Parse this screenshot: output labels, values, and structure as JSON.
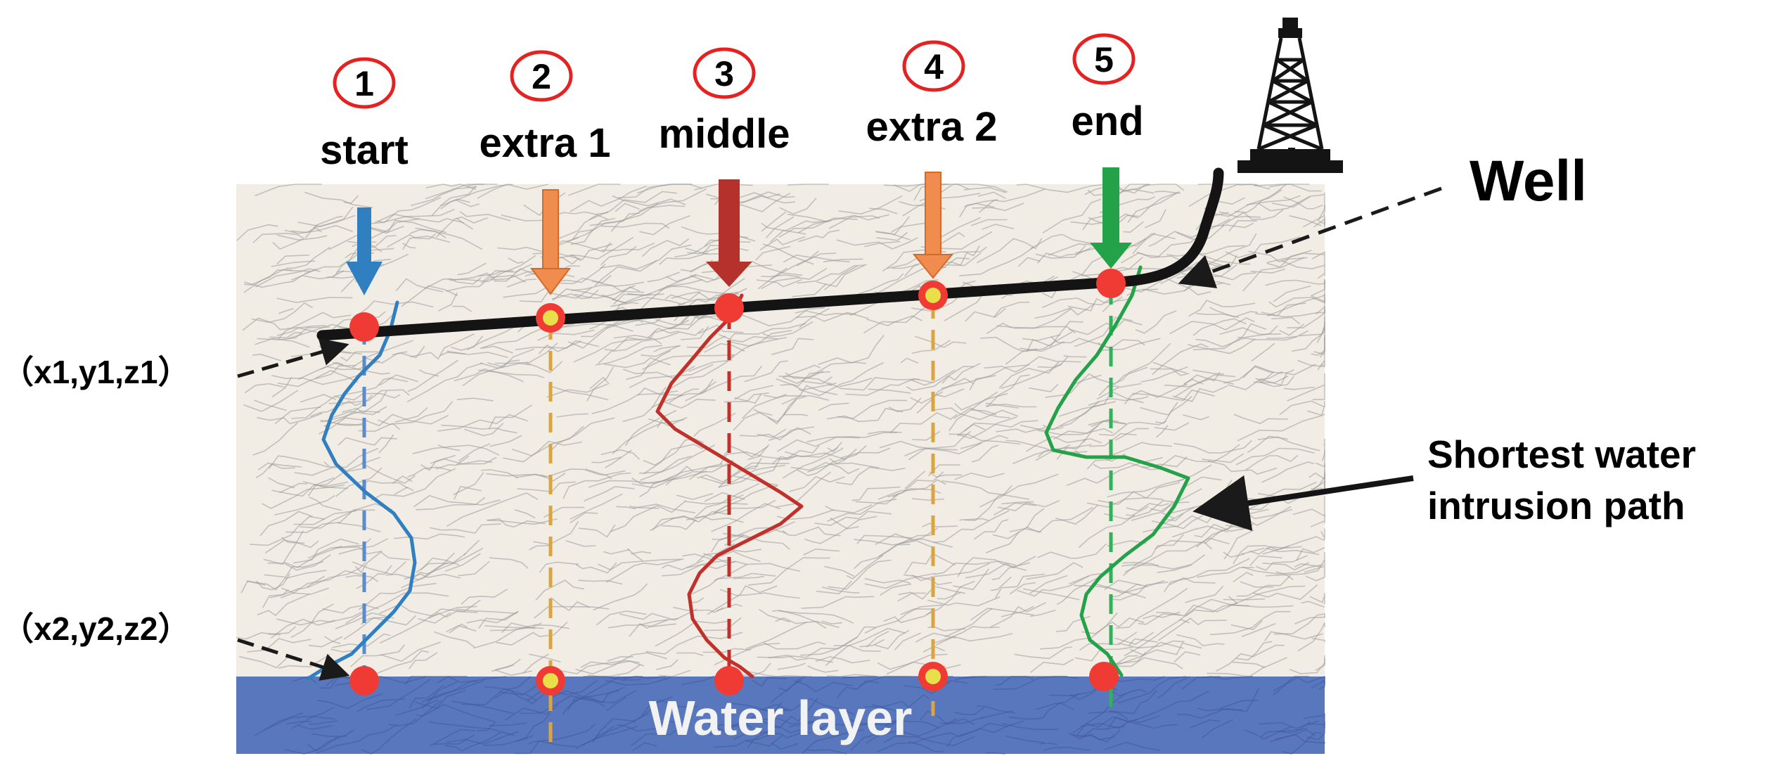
{
  "colors": {
    "rock": "#f1ece4",
    "fracture": "#9a9a9a",
    "water": "#5977bd",
    "well": "#141414",
    "point": "#ef3b33",
    "point_inner": "#e7e04a",
    "circle_stroke": "#e52222"
  },
  "stations": [
    {
      "number": "1",
      "label": "start",
      "color": "#2f7fc1",
      "type": "main"
    },
    {
      "number": "2",
      "label": "extra 1",
      "color": "#e8914a",
      "type": "extra"
    },
    {
      "number": "3",
      "label": "middle",
      "color": "#b5322c",
      "type": "main"
    },
    {
      "number": "4",
      "label": "extra 2",
      "color": "#e8914a",
      "type": "extra"
    },
    {
      "number": "5",
      "label": "end",
      "color": "#23a24a",
      "type": "main"
    }
  ],
  "well": {
    "label": "Well",
    "icon": "oil-derrick-icon"
  },
  "annotations": {
    "start_point": "（x1,y1,z1）",
    "end_point": "（x2,y2,z2）",
    "path_line1": "Shortest water",
    "path_line2": "intrusion path"
  },
  "water_layer": {
    "label": "Water layer"
  }
}
